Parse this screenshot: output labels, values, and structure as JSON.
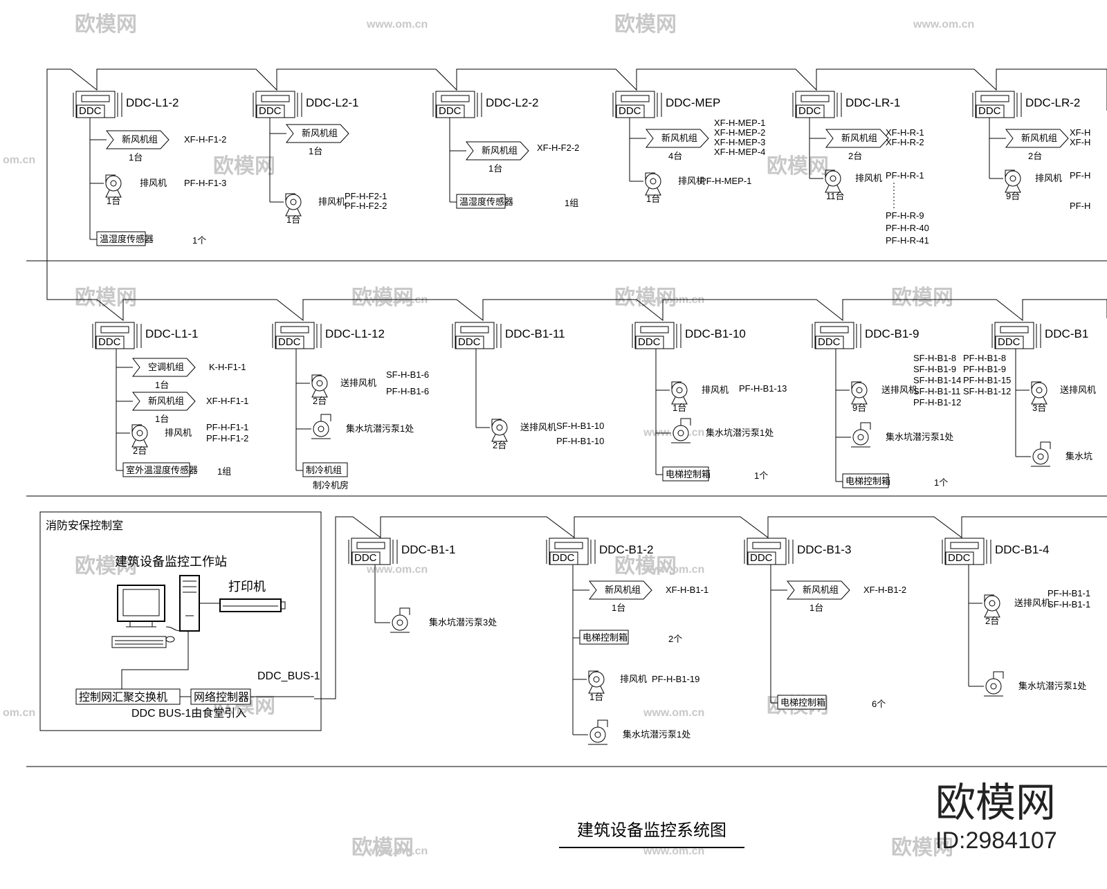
{
  "title": "建筑设备监控系统图",
  "watermark": {
    "brand": "欧模网",
    "url": "www.om.cn",
    "url_short": "om.cn",
    "id": "ID:2984107"
  },
  "row1": {
    "controllers": [
      {
        "name": "DDC-L1-2",
        "ahu_label": "新风机组",
        "ahu_qty": "1台",
        "ahu_code": "XF-H-F1-2",
        "fan_label": "排风机",
        "fan_qty": "1台",
        "fan_code": "PF-H-F1-3",
        "sensor_label": "温湿度传感器",
        "sensor_qty": "1个"
      },
      {
        "name": "DDC-L2-1",
        "ahu_label": "新风机组",
        "ahu_qty": "1台",
        "fan_label": "排风机",
        "fan_qty": "1台",
        "fan_codes": [
          "PF-H-F2-1",
          "PF-H-F2-2"
        ]
      },
      {
        "name": "DDC-L2-2",
        "ahu_label": "新风机组",
        "ahu_qty": "1台",
        "ahu_code": "XF-H-F2-2",
        "sensor_label": "温湿度传感器",
        "sensor_qty": "1组"
      },
      {
        "name": "DDC-MEP",
        "ahu_label": "新风机组",
        "ahu_qty": "4台",
        "ahu_codes": [
          "XF-H-MEP-1",
          "XF-H-MEP-2",
          "XF-H-MEP-3",
          "XF-H-MEP-4"
        ],
        "fan_label": "排风机",
        "fan_qty": "1台",
        "fan_code": "PF-H-MEP-1"
      },
      {
        "name": "DDC-LR-1",
        "ahu_label": "新风机组",
        "ahu_qty": "2台",
        "ahu_codes": [
          "XF-H-R-1",
          "XF-H-R-2"
        ],
        "fan_label": "排风机",
        "fan_qty": "11台",
        "fan_codes": [
          "PF-H-R-1",
          "PF-H-R-9",
          "PF-H-R-40",
          "PF-H-R-41"
        ]
      },
      {
        "name": "DDC-LR-2",
        "ahu_label": "新风机组",
        "ahu_qty": "2台",
        "ahu_codes": [
          "XF-H",
          "XF-H"
        ],
        "fan_label": "排风机",
        "fan_qty": "9台",
        "fan_codes": [
          "PF-H",
          "PF-H"
        ]
      }
    ]
  },
  "row2": {
    "controllers": [
      {
        "name": "DDC-L1-1",
        "ac_label": "空调机组",
        "ac_qty": "1台",
        "ac_code": "K-H-F1-1",
        "ahu_label": "新风机组",
        "ahu_qty": "1台",
        "ahu_code": "XF-H-F1-1",
        "fan_label": "排风机",
        "fan_qty": "2台",
        "fan_codes": [
          "PF-H-F1-1",
          "PF-H-F1-2"
        ],
        "sensor_label": "室外温湿度传感器",
        "sensor_qty": "1组"
      },
      {
        "name": "DDC-L1-12",
        "fan_label": "送排风机",
        "fan_qty": "2台",
        "fan_codes": [
          "SF-H-B1-6",
          "PF-H-B1-6"
        ],
        "pump_label": "集水坑潜污泵1处",
        "chiller_label": "制冷机组",
        "chiller_room": "制冷机房"
      },
      {
        "name": "DDC-B1-11",
        "fan_label": "送排风机",
        "fan_qty": "2台",
        "fan_codes": [
          "SF-H-B1-10",
          "PF-H-B1-10"
        ]
      },
      {
        "name": "DDC-B1-10",
        "fan_label": "排风机",
        "fan_qty": "1台",
        "fan_code": "PF-H-B1-13",
        "pump_label": "集水坑潜污泵1处",
        "panel_label": "电梯控制箱",
        "panel_qty": "1个"
      },
      {
        "name": "DDC-B1-9",
        "fan_label": "送排风机",
        "fan_qty": "9台",
        "fan_codes_a": [
          "SF-H-B1-8",
          "SF-H-B1-9",
          "SF-H-B1-14",
          "SF-H-B1-11",
          "PF-H-B1-12"
        ],
        "fan_codes_b": [
          "PF-H-B1-8",
          "PF-H-B1-9",
          "PF-H-B1-15",
          "SF-H-B1-12"
        ],
        "pump_label": "集水坑潜污泵1处",
        "panel_label": "电梯控制箱",
        "panel_qty": "1个"
      },
      {
        "name": "DDC-B1",
        "fan_label": "送排风机",
        "fan_qty": "3台",
        "pump_label": "集水坑"
      }
    ]
  },
  "row3": {
    "room": {
      "title": "消防安保控制室",
      "workstation": "建筑设备监控工作站",
      "printer": "打印机",
      "switch": "控制网汇聚交换机",
      "net_controller": "网络控制器",
      "bus": "DDC_BUS-1",
      "bus_note": "DDC BUS-1由食堂引入"
    },
    "controllers": [
      {
        "name": "DDC-B1-1",
        "pump_label": "集水坑潜污泵3处"
      },
      {
        "name": "DDC-B1-2",
        "ahu_label": "新风机组",
        "ahu_qty": "1台",
        "ahu_code": "XF-H-B1-1",
        "panel_label": "电梯控制箱",
        "panel_qty": "2个",
        "fan_label": "排风机",
        "fan_qty": "1台",
        "fan_code": "PF-H-B1-19",
        "pump_label": "集水坑潜污泵1处"
      },
      {
        "name": "DDC-B1-3",
        "ahu_label": "新风机组",
        "ahu_qty": "1台",
        "ahu_code": "XF-H-B1-2",
        "panel_label": "电梯控制箱",
        "panel_qty": "6个"
      },
      {
        "name": "DDC-B1-4",
        "fan_label": "送排风机",
        "fan_qty": "2台",
        "fan_codes": [
          "PF-H-B1-1",
          "SF-H-B1-1"
        ],
        "pump_label": "集水坑潜污泵1处"
      }
    ]
  },
  "ddc_tag": "DDC"
}
